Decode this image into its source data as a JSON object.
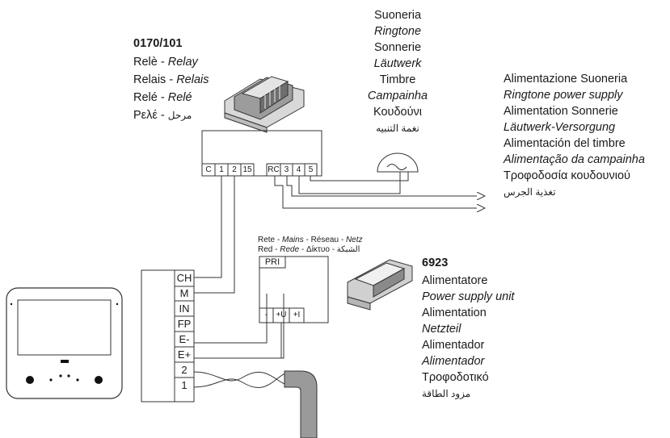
{
  "relay": {
    "code": "0170/101",
    "lines": [
      {
        "plain": "Relè - ",
        "italic": "Relay"
      },
      {
        "plain": "Relais - ",
        "italic": "Relais"
      },
      {
        "plain": "Relé - ",
        "italic": "Relé"
      },
      {
        "plain": "Ρελέ - ",
        "italic": "",
        "arabic": "مرحل"
      }
    ],
    "terminals_left": [
      "C",
      "1",
      "2",
      "15"
    ],
    "terminals_right": [
      "RC",
      "3",
      "4",
      "5"
    ]
  },
  "ringtone": {
    "lines": [
      "Suoneria",
      "Ringtone",
      "Sonnerie",
      "Läutwerk",
      "Timbre",
      "Campainha",
      "Κουδούνι",
      "نغمة التنبيه"
    ]
  },
  "ring_supply": {
    "lines": [
      "Alimentazione Suoneria",
      "Ringtone power supply",
      "Alimentation Sonnerie",
      "Läutwerk-Versorgung",
      "Alimentación del timbre",
      "Alimentação da campainha",
      "Τροφοδοσία κουδουνιού",
      "تغذية الجرس"
    ]
  },
  "mains": {
    "line1": {
      "a": "Rete - ",
      "b": "Mains",
      "c": " - Réseau - ",
      "d": "Netz"
    },
    "line2": {
      "a": "Red - ",
      "b": "Rede",
      "c": " - Δίκτυο - ",
      "d": "الشبكة"
    }
  },
  "psu_box": {
    "top_label": "PRI",
    "terminals": [
      "-",
      "+U",
      "+I"
    ]
  },
  "psu": {
    "code": "6923",
    "lines": [
      "Alimentatore",
      "Power supply unit",
      "Alimentation",
      "Netzteil",
      "Alimentador",
      "Alimentador",
      "Τροφοδοτικό",
      "مزود الطاقة"
    ]
  },
  "monitor_terminals": [
    "CH",
    "M",
    "IN",
    "FP",
    "E-",
    "E+",
    "2",
    "1"
  ]
}
